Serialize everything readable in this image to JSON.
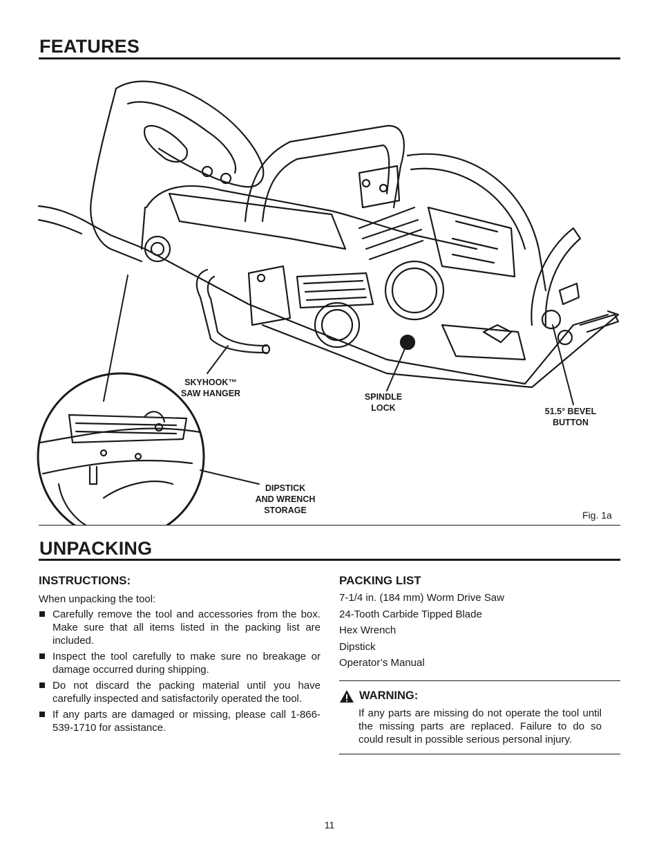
{
  "features": {
    "title": "FEATURES",
    "callouts": {
      "skyhook": "SKYHOOK™\nSAW HANGER",
      "spindle": "SPINDLE\nLOCK",
      "bevel": "51.5° BEVEL\nBUTTON",
      "dipstick": "DIPSTICK\nAND WRENCH\nSTORAGE"
    },
    "figure_label": "Fig. 1a"
  },
  "unpacking": {
    "title": "UNPACKING",
    "instructions": {
      "heading": "INSTRUCTIONS:",
      "intro": "When unpacking the tool:",
      "bullets": [
        "Carefully remove the tool and accessories from the box. Make sure that all items listed in the packing list are included.",
        "Inspect the tool carefully to make sure no breakage or damage occurred during shipping.",
        "Do not discard the packing material until you have carefully inspected and satisfactorily operated the tool.",
        "If any parts are damaged or missing, please call 1-866-539-1710 for assistance."
      ]
    },
    "packing_list": {
      "heading": "PACKING LIST",
      "items": [
        "7-1/4 in. (184 mm) Worm Drive Saw",
        "24-Tooth Carbide Tipped Blade",
        "Hex Wrench",
        "Dipstick",
        "Operator’s Manual"
      ]
    },
    "warning": {
      "heading": "WARNING:",
      "text": "If any parts are missing do not operate the tool until the missing parts are replaced. Failure to do so could result in possible serious personal injury."
    }
  },
  "page_number": "11"
}
